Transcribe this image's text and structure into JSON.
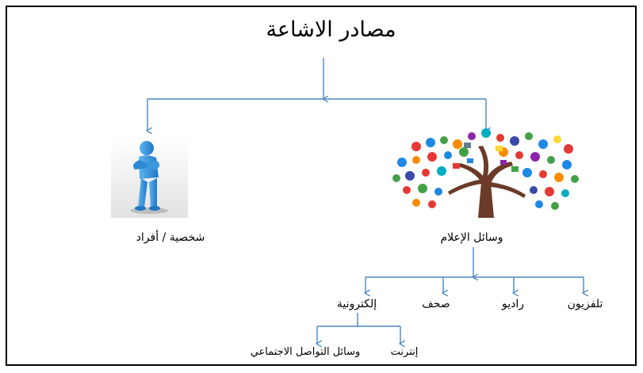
{
  "title": "مصادر الاشاعة",
  "colors": {
    "connector": "#4a86c5",
    "frame": "#000000",
    "figure": "#2f8fd8",
    "trunk": "#6b3a28"
  },
  "branches": {
    "persons": {
      "label": "شخصية / أفراد",
      "icon": "person-figure-icon"
    },
    "media": {
      "label": "وسائل الإعلام",
      "icon": "media-tree-icon"
    }
  },
  "media_types": {
    "tv": "تلفزيون",
    "radio": "راديو",
    "papers": "صحف",
    "electronic": "إلكترونية"
  },
  "electronic_types": {
    "internet": "إنترنت",
    "social": "وسائل التواصل الاجتماعي"
  }
}
